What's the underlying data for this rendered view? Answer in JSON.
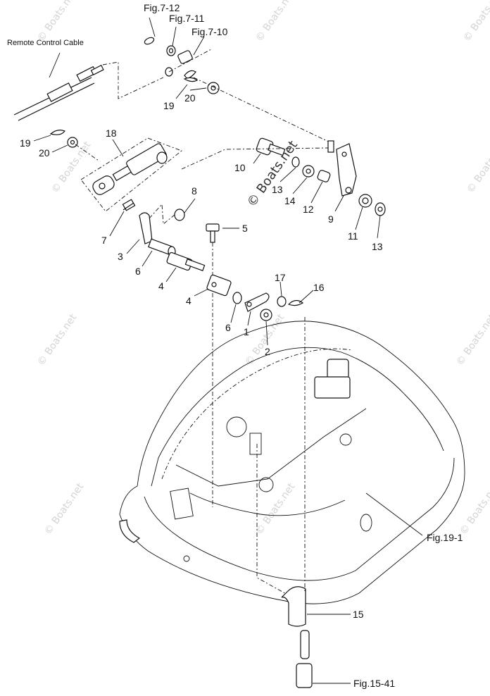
{
  "labels": {
    "remote_cable": "Remote Control Cable",
    "fig_7_12": "Fig.7-12",
    "fig_7_11": "Fig.7-11",
    "fig_7_10": "Fig.7-10",
    "fig_19_1": "Fig.19-1",
    "fig_15_41": "Fig.15-41"
  },
  "callouts": {
    "p1": "1",
    "p2": "2",
    "p3": "3",
    "p4a": "4",
    "p4b": "4",
    "p5": "5",
    "p6a": "6",
    "p6b": "6",
    "p7": "7",
    "p8": "8",
    "p9": "9",
    "p10": "10",
    "p11": "11",
    "p12": "12",
    "p13a": "13",
    "p13b": "13",
    "p14": "14",
    "p15": "15",
    "p16": "16",
    "p17": "17",
    "p18": "18",
    "p19a": "19",
    "p19b": "19",
    "p20a": "20",
    "p20b": "20"
  },
  "watermark": {
    "text": "© Boats.net"
  }
}
